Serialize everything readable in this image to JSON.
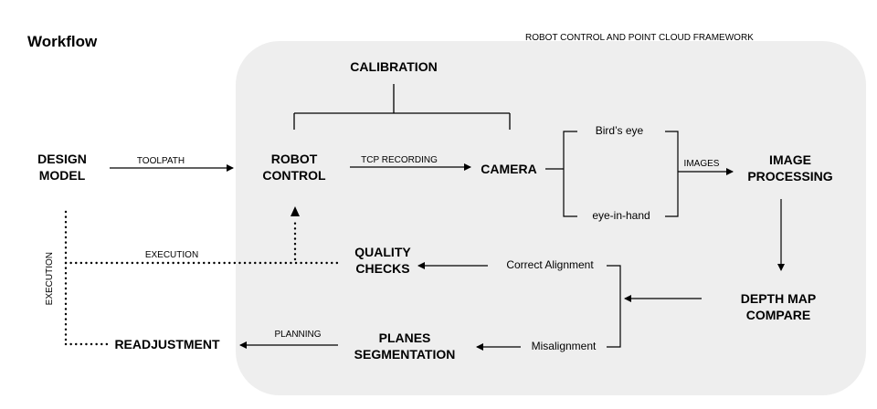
{
  "heading": "Workflow",
  "framework_title": "ROBOT CONTROL AND POINT CLOUD FRAMEWORK",
  "nodes": {
    "design_model": [
      "DESIGN",
      "MODEL"
    ],
    "calibration": "CALIBRATION",
    "robot_control": [
      "ROBOT",
      "CONTROL"
    ],
    "camera": "CAMERA",
    "image_processing": [
      "IMAGE",
      "PROCESSING"
    ],
    "depth_map_compare": [
      "DEPTH MAP",
      "COMPARE"
    ],
    "quality_checks": [
      "QUALITY",
      "CHECKS"
    ],
    "planes_segmentation": [
      "PLANES",
      "SEGMENTATION"
    ],
    "readjustment": "READJUSTMENT"
  },
  "sub_labels": {
    "birds_eye": "Bird’s eye",
    "eye_in_hand": "eye-in-hand",
    "correct_alignment": "Correct Alignment",
    "misalignment": "Misalignment"
  },
  "edge_labels": {
    "toolpath": "TOOLPATH",
    "tcp_recording": "TCP RECORDING",
    "images": "IMAGES",
    "execution_horizontal": "EXECUTION",
    "execution_vertical": "EXECUTION",
    "planning": "PLANNING"
  },
  "colors": {
    "framework_bg": "#eeeeee",
    "line": "#000000"
  }
}
